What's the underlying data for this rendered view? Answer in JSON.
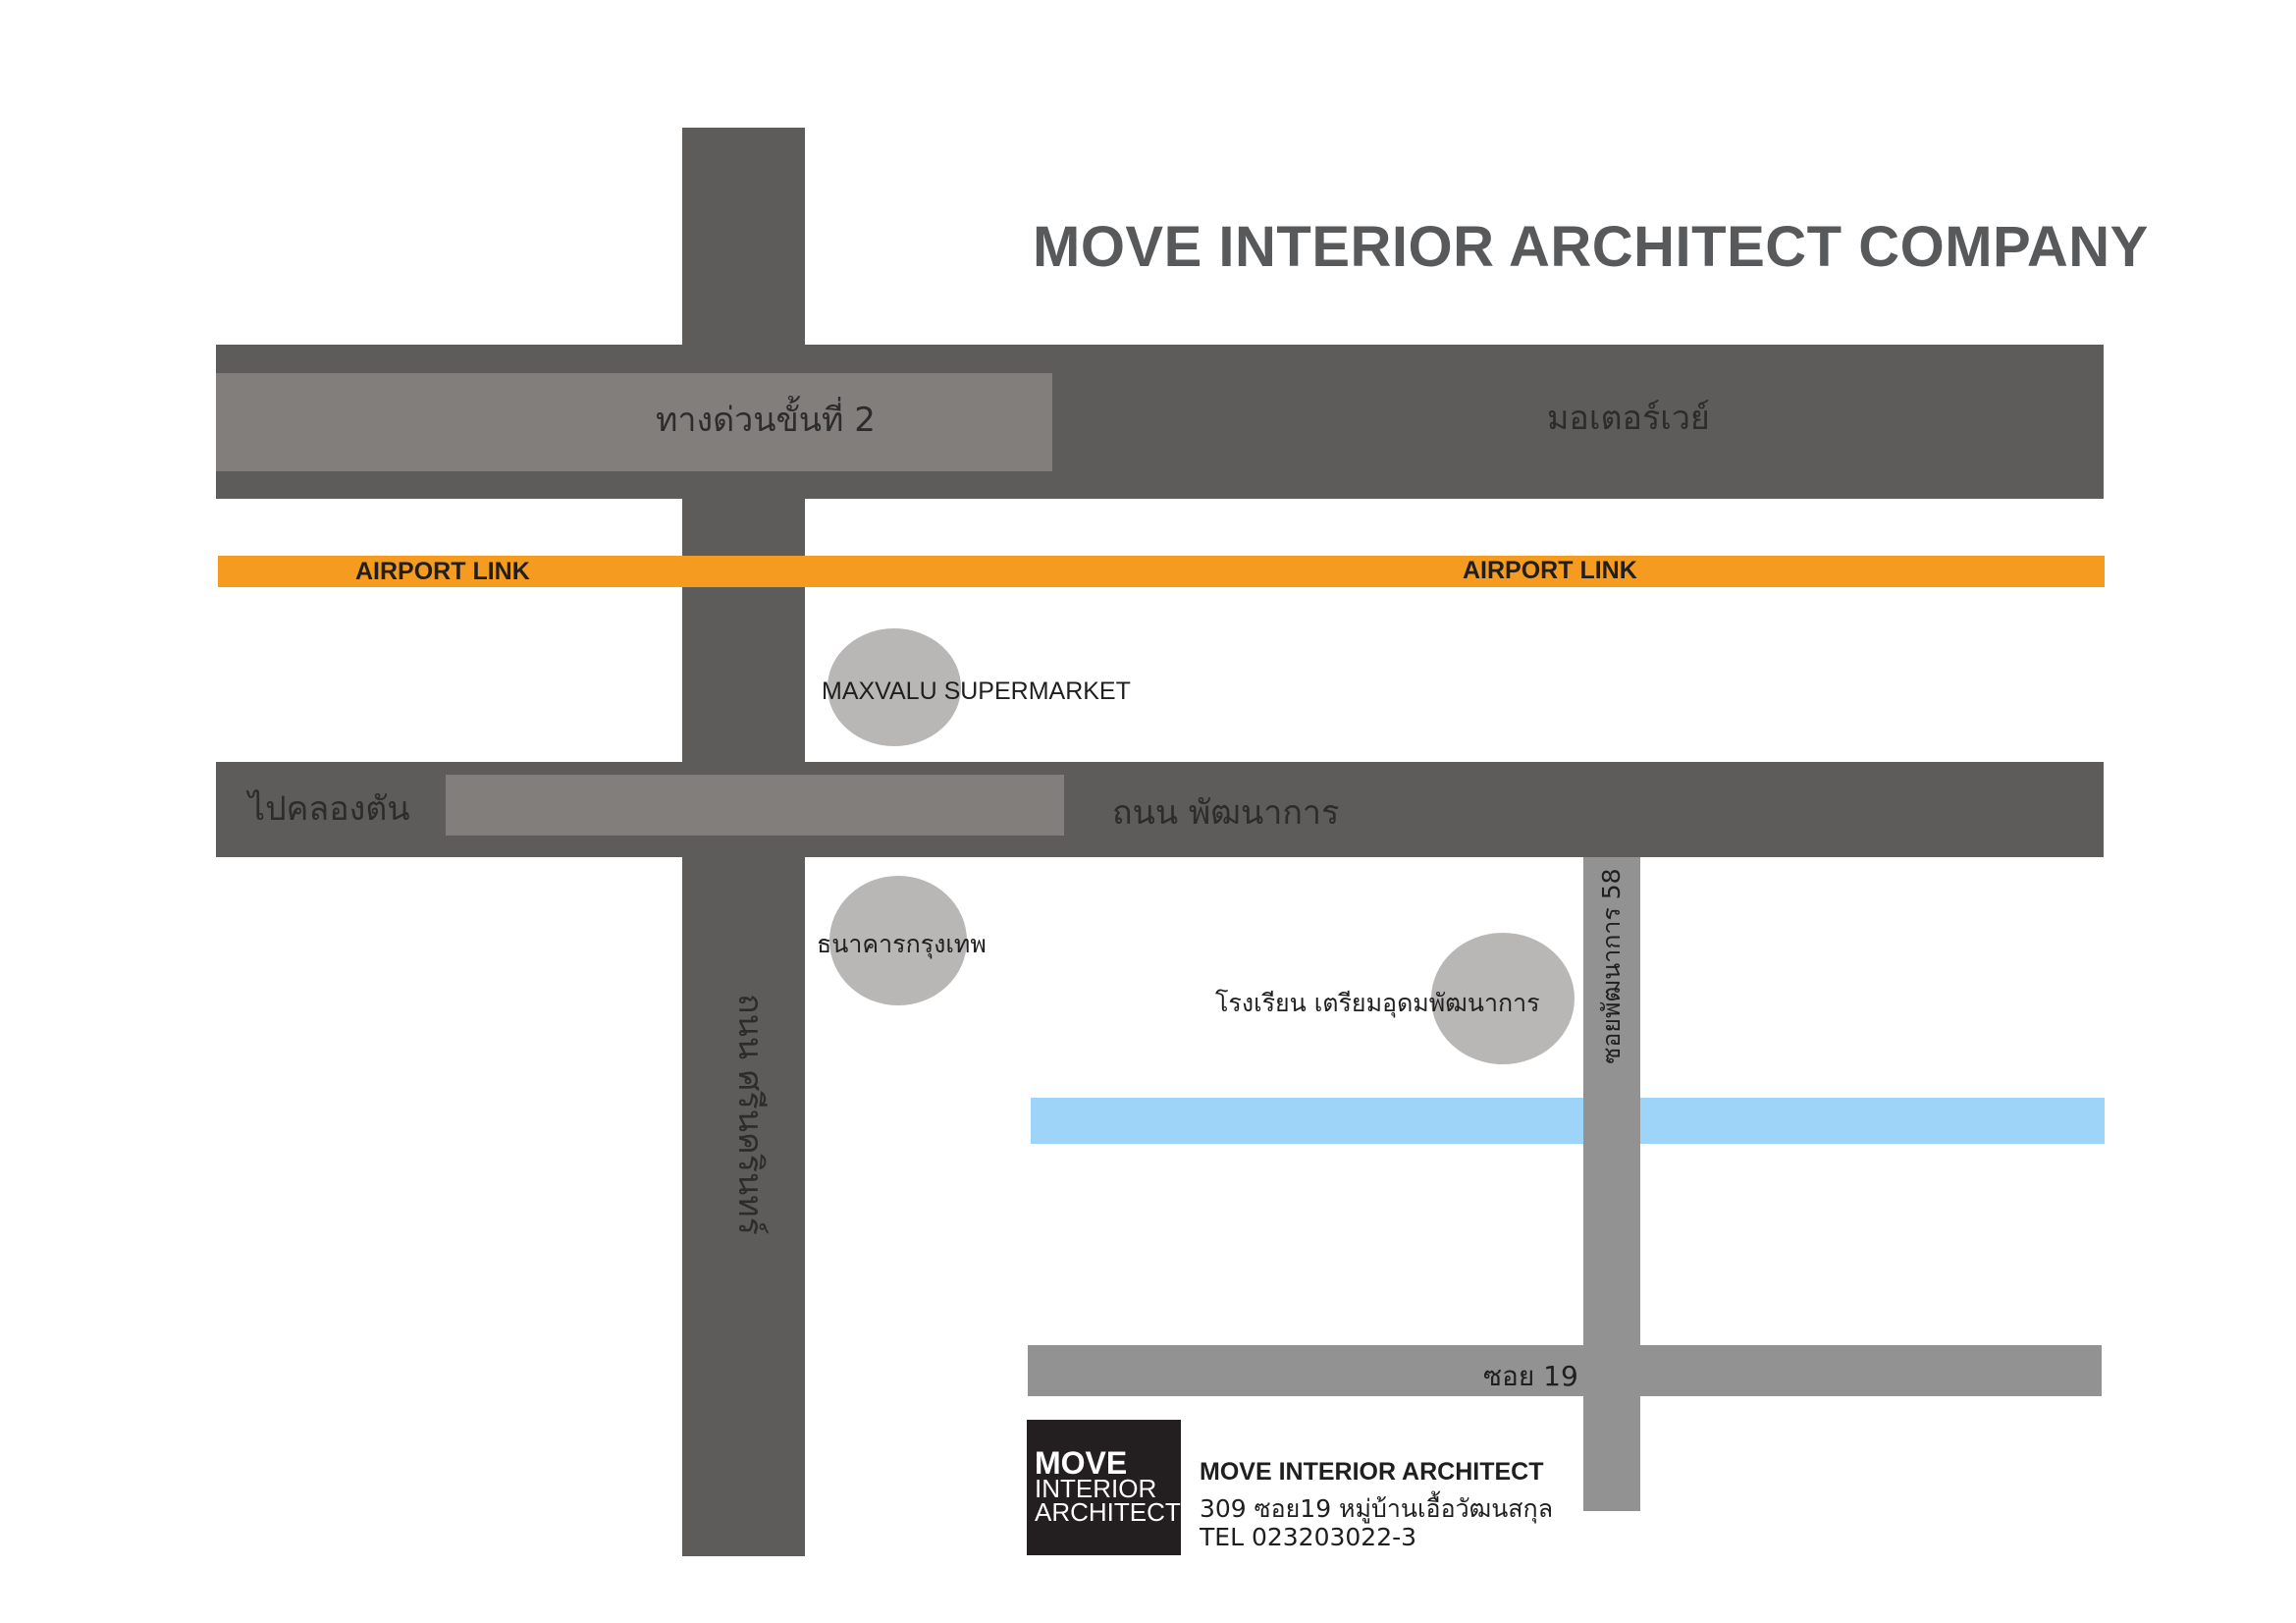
{
  "title": "MOVE INTERIOR ARCHITECT COMPANY",
  "roads": {
    "expressway": "ทางด่วนขั้นที่ 2",
    "motorway": "มอเตอร์เวย์",
    "airport_link_left": "AIRPORT LINK",
    "airport_link_right": "AIRPORT LINK",
    "to_khlong_tan": "ไปคลองตัน",
    "phatthanakan": "ถนน พัฒนาการ",
    "srinakarin": "ถนน ศรีนครินทร์",
    "soi_phatthanakan_58": "ซอยพัฒนาการ 58",
    "soi_19": "ซอย 19"
  },
  "landmarks": {
    "maxvalu": "MAXVALU SUPERMARKET",
    "bangkok_bank": "ธนาคารกรุงเทพ",
    "school": "โรงเรียน เตรียมอุดมพัฒนาการ"
  },
  "logo": {
    "line1": "MOVE",
    "line2": "INTERIOR",
    "line3": "ARCHITECT"
  },
  "contact": {
    "name": "MOVE INTERIOR ARCHITECT",
    "address": "309 ซอย19 หมู่บ้านเอื้อวัฒนสกุล",
    "tel": "TEL 023203022-3"
  },
  "colors": {
    "road_dark": "#5e5b5b",
    "road_mid": "#827e7b",
    "road_light": "#929292",
    "airport_link": "#f59b1f",
    "canal": "#9ed4f7",
    "landmark": "#b9b6b6",
    "title": "#58595b"
  }
}
